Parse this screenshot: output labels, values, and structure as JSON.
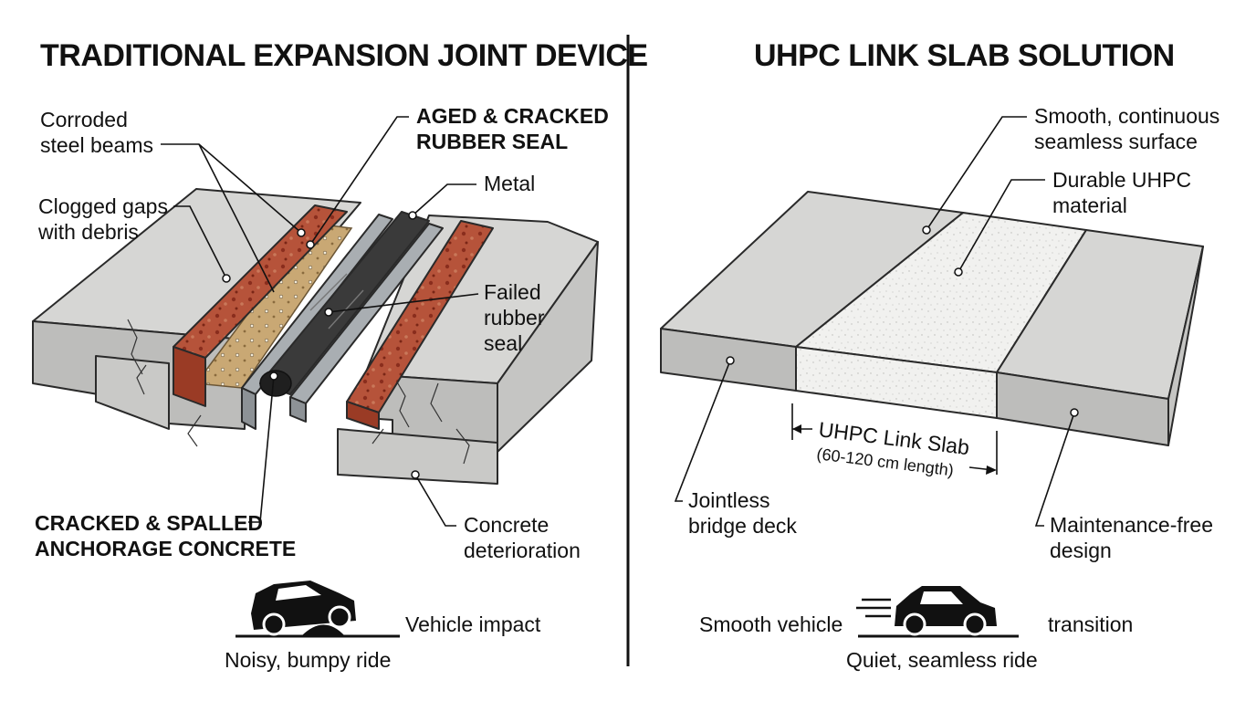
{
  "left": {
    "title": "TRADITIONAL EXPANSION JOINT DEVICE",
    "labels": {
      "corroded_1": "Corroded",
      "corroded_2": "steel beams",
      "clogged_1": "Clogged gaps",
      "clogged_2": "with debris",
      "aged_1": "AGED & CRACKED",
      "aged_2": "RUBBER SEAL",
      "metal": "Metal",
      "failed_1": "Failed",
      "failed_2": "rubber",
      "failed_3": "seal",
      "cracked_1": "CRACKED & SPALLED",
      "cracked_2": "ANCHORAGE CONCRETE",
      "concrete_1": "Concrete",
      "concrete_2": "deterioration"
    },
    "vehicle_label": "Vehicle impact",
    "ride_caption": "Noisy, bumpy ride"
  },
  "right": {
    "title": "UHPC LINK SLAB SOLUTION",
    "labels": {
      "smooth_1": "Smooth, continuous",
      "smooth_2": "seamless surface",
      "durable_1": "Durable UHPC",
      "durable_2": "material",
      "jointless_1": "Jointless",
      "jointless_2": "bridge deck",
      "maint_1": "Maintenance-free",
      "maint_2": "design",
      "dim_1": "UHPC Link Slab",
      "dim_2": "(60-120 cm length)"
    },
    "vehicle_left": "Smooth vehicle",
    "vehicle_right": "transition",
    "ride_caption": "Quiet, seamless ride"
  },
  "colors": {
    "concrete_top": "#d6d6d4",
    "concrete_side": "#bdbdbb",
    "uhpc": "#f1f1ef",
    "rust": "#a33a26",
    "steel": "#a9aeb2",
    "rubber": "#3a3a3a",
    "debris": "#c9a874"
  },
  "icons": [
    "car-bump-icon",
    "car-smooth-icon",
    "speed-lines-icon"
  ]
}
